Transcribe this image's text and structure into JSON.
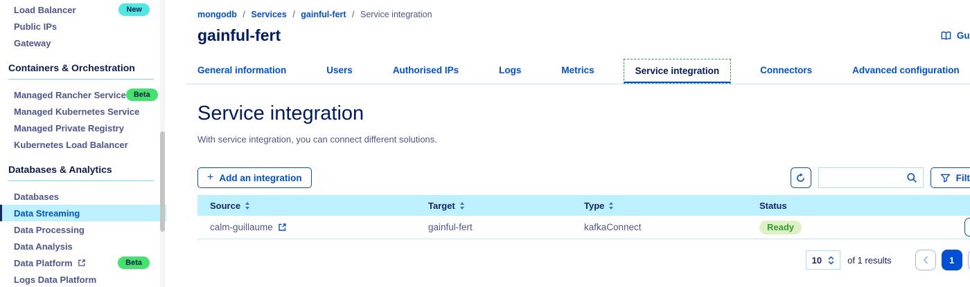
{
  "sidebar": {
    "section1": {
      "items": [
        {
          "label": "Load Balancer",
          "badge": "New"
        },
        {
          "label": "Public IPs"
        },
        {
          "label": "Gateway"
        }
      ]
    },
    "section2": {
      "header": "Containers & Orchestration",
      "items": [
        {
          "label": "Managed Rancher Service",
          "badge": "Beta"
        },
        {
          "label": "Managed Kubernetes Service"
        },
        {
          "label": "Managed Private Registry"
        },
        {
          "label": "Kubernetes Load Balancer"
        }
      ]
    },
    "section3": {
      "header": "Databases & Analytics",
      "items": [
        {
          "label": "Databases"
        },
        {
          "label": "Data Streaming",
          "selected": true
        },
        {
          "label": "Data Processing"
        },
        {
          "label": "Data Analysis"
        },
        {
          "label": "Data Platform",
          "badge": "Beta",
          "external": true
        },
        {
          "label": "Logs Data Platform"
        }
      ]
    }
  },
  "header": {
    "breadcrumb": [
      {
        "label": "mongodb"
      },
      {
        "label": "Services"
      },
      {
        "label": "gainful-fert"
      },
      {
        "label": "Service integration"
      }
    ],
    "breadcrumb_separator": "/",
    "title": "gainful-fert",
    "guides_label": "Guides"
  },
  "tabs": {
    "items": [
      {
        "label": "General information"
      },
      {
        "label": "Users"
      },
      {
        "label": "Authorised IPs"
      },
      {
        "label": "Logs"
      },
      {
        "label": "Metrics"
      },
      {
        "label": "Service integration",
        "active": true
      },
      {
        "label": "Connectors"
      },
      {
        "label": "Advanced configuration"
      }
    ]
  },
  "content": {
    "heading": "Service integration",
    "description": "With service integration, you can connect different solutions.",
    "add_integration_label": "Add an integration",
    "filter_label": "Filter",
    "search_value": ""
  },
  "table": {
    "columns": [
      {
        "label": "Source",
        "sortable": true
      },
      {
        "label": "Target",
        "sortable": true
      },
      {
        "label": "Type",
        "sortable": true
      },
      {
        "label": "Status",
        "sortable": false
      }
    ],
    "rows": [
      {
        "source": "calm-guillaume",
        "target": "gainful-fert",
        "type": "kafkaConnect",
        "status": "Ready"
      }
    ]
  },
  "pagination": {
    "page_size": "10",
    "results_text": "of 1 results",
    "current_page": "1"
  },
  "icons": {
    "guides": "book-icon",
    "add": "plus-icon",
    "refresh": "refresh-icon",
    "search": "search-icon",
    "filter": "funnel-icon",
    "sort": "sort-arrows-icon",
    "source_external": "external-link-icon",
    "sidebar_external": "external-link-icon",
    "delete": "trash-icon",
    "prev": "chevron-left-icon",
    "next": "chevron-right-icon",
    "page_size_select": "select-chevrons-icon"
  },
  "colors": {
    "primary": "#0050d7",
    "navy": "#00185e",
    "selected_item_bg": "#bef1ff",
    "table_header_bg": "#bef1ff",
    "badge_new_bg": "#4ce9e3",
    "badge_beta_bg": "#42e36c",
    "status_ready_bg": "#dcf2c5",
    "status_ready_text": "#2f9e2f",
    "tab_focus_dash": "#2f9e44"
  }
}
